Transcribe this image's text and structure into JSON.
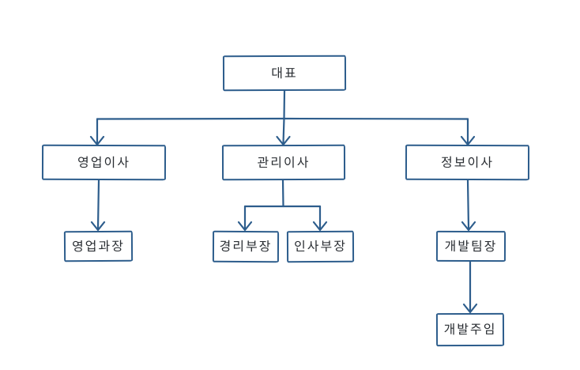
{
  "diagram": {
    "type": "org-chart",
    "style": "hand-drawn",
    "colors": {
      "line": "#2d5d8c",
      "text": "#2a2e33",
      "box_fill": "#ffffff",
      "background": "#ffffff"
    },
    "nodes": [
      {
        "id": "ceo",
        "label": "대표",
        "level": 1
      },
      {
        "id": "sales-director",
        "label": "영업이사",
        "level": 2
      },
      {
        "id": "admin-director",
        "label": "관리이사",
        "level": 2
      },
      {
        "id": "info-director",
        "label": "정보이사",
        "level": 2
      },
      {
        "id": "sales-manager",
        "label": "영업과장",
        "level": 3
      },
      {
        "id": "acct-manager",
        "label": "경리부장",
        "level": 3
      },
      {
        "id": "hr-manager",
        "label": "인사부장",
        "level": 3
      },
      {
        "id": "dev-lead",
        "label": "개발팀장",
        "level": 3
      },
      {
        "id": "dev-supervisor",
        "label": "개발주임",
        "level": 4
      }
    ],
    "edges": [
      {
        "from": "ceo",
        "to": "sales-director",
        "arrow": "down"
      },
      {
        "from": "ceo",
        "to": "admin-director",
        "arrow": "down"
      },
      {
        "from": "ceo",
        "to": "info-director",
        "arrow": "down"
      },
      {
        "from": "sales-director",
        "to": "sales-manager",
        "arrow": "down"
      },
      {
        "from": "admin-director",
        "to": "acct-manager",
        "arrow": "down"
      },
      {
        "from": "admin-director",
        "to": "hr-manager",
        "arrow": "down"
      },
      {
        "from": "info-director",
        "to": "dev-lead",
        "arrow": "down"
      },
      {
        "from": "dev-lead",
        "to": "dev-supervisor",
        "arrow": "down"
      }
    ]
  }
}
